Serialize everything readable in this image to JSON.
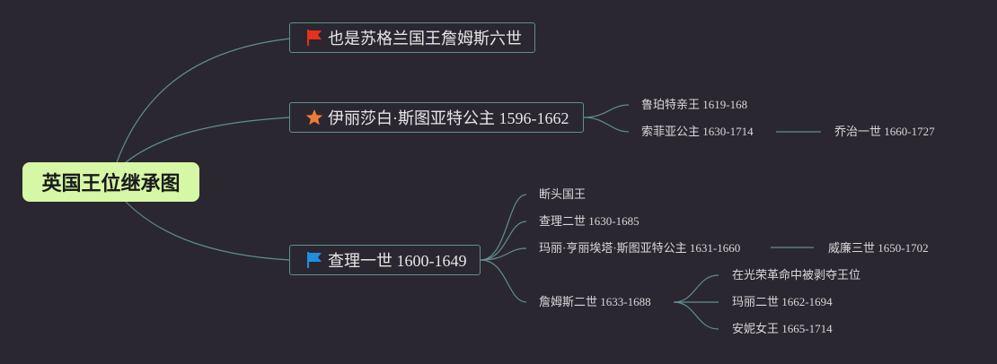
{
  "root": {
    "label": "英国王位继承图"
  },
  "topics": {
    "t1": {
      "label": "也是苏格兰国王詹姆斯六世",
      "icon": "red-flag-icon",
      "icon_color": "#e8301c"
    },
    "t2": {
      "label": "伊丽莎白·斯图亚特公主 1596-1662",
      "icon": "orange-star-icon",
      "icon_color": "#f07a3a"
    },
    "t3": {
      "label": "查理一世 1600-1649",
      "icon": "blue-flag-icon",
      "icon_color": "#1e8fe0"
    }
  },
  "leaves": {
    "t2_1": "鲁珀特亲王 1619-168",
    "t2_2": "索菲亚公主 1630-1714",
    "t2_2_1": "乔治一世 1660-1727",
    "t3_1": "断头国王",
    "t3_2": "查理二世 1630-1685",
    "t3_3": "玛丽·亨丽埃塔·斯图亚特公主 1631-1660",
    "t3_3_1": "威廉三世 1650-1702",
    "t3_4": "詹姆斯二世 1633-1688",
    "t3_4_1": "在光荣革命中被剥夺王位",
    "t3_4_2": "玛丽二世 1662-1694",
    "t3_4_3": "安妮女王 1665-1714"
  },
  "colors": {
    "connector": "#5f8f8f",
    "background": "#2b2730",
    "root_fill": "#d6f7a6"
  }
}
